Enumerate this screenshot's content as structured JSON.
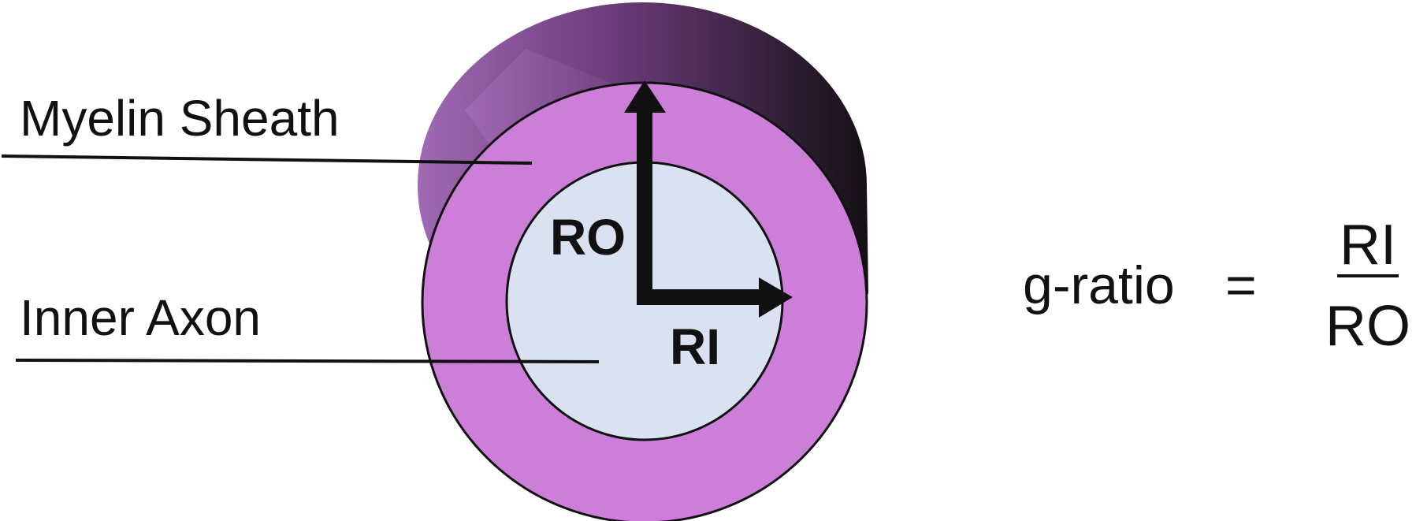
{
  "labels": {
    "myelin_sheath": "Myelin Sheath",
    "inner_axon": "Inner Axon",
    "outer_radius": "RO",
    "inner_radius": "RI"
  },
  "formula": {
    "lhs": "g-ratio",
    "equals": "=",
    "numerator": "RI",
    "denominator": "RO"
  },
  "colors": {
    "myelin_face": "#cc7ed8",
    "myelin_side_light": "#a06ab4",
    "myelin_side_dark": "#141014",
    "axon_face": "#dae2f2",
    "outline": "#111111",
    "arrow": "#111111",
    "text": "#111111"
  }
}
